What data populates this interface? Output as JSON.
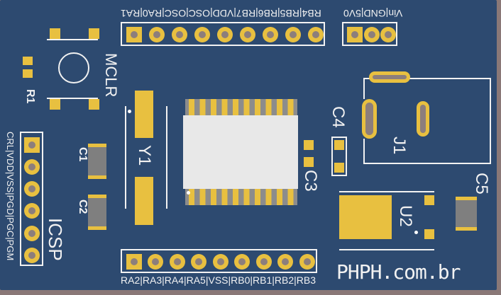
{
  "headers": {
    "top_label": "RB4|RB5|RB6|RB7|VDD|OSC|OSC|RA0|RA1",
    "power_label": "Vin|GND|5V0",
    "bottom_label": "RA2|RA3|RA4|RA5|VSS|RB0|RB1|RB2|RB3",
    "icsp_pins_label": "CRL|VDD|VSS|PGD|PGC|PGM",
    "icsp_title": "ICSP"
  },
  "components": {
    "mclr": "MCLR",
    "r1": "R1",
    "y1": "Y1",
    "c1": "C1",
    "c2": "C2",
    "c3": "C3",
    "c4": "C4",
    "c5": "C5",
    "j1": "J1",
    "u2": "U2"
  },
  "brand": "PHPH.com.br",
  "colors": {
    "board": "#2d4a70",
    "copper": "#e8c040",
    "silkscreen": "#f2f2f2"
  }
}
